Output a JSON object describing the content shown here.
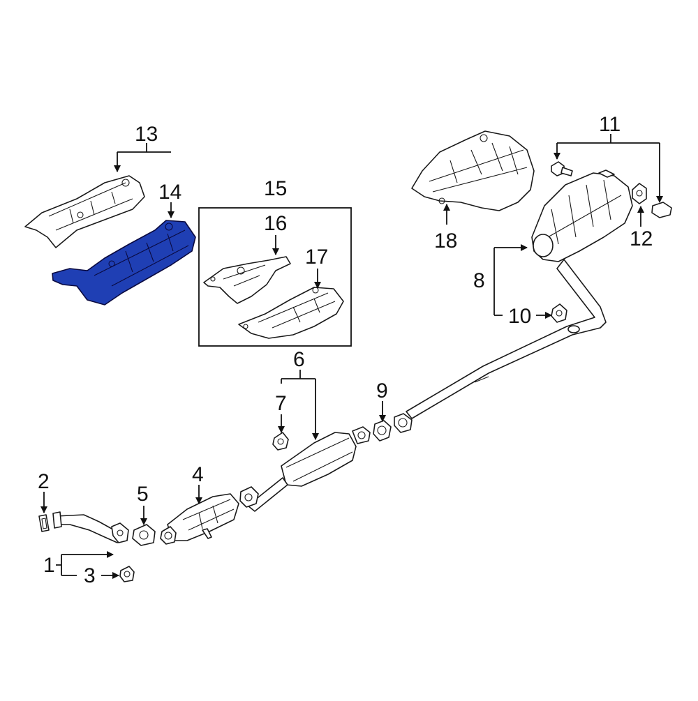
{
  "colors": {
    "highlight": "#1f3fb4",
    "highlight_dark": "#0f2580",
    "line": "#1a1a1a"
  },
  "callouts": {
    "c1": "1",
    "c2": "2",
    "c3": "3",
    "c4": "4",
    "c5": "5",
    "c6": "6",
    "c7": "7",
    "c8": "8",
    "c9": "9",
    "c10": "10",
    "c11": "11",
    "c12": "12",
    "c13": "13",
    "c14": "14",
    "c15": "15",
    "c16": "16",
    "c17": "17",
    "c18": "18"
  },
  "highlighted_part": "14"
}
